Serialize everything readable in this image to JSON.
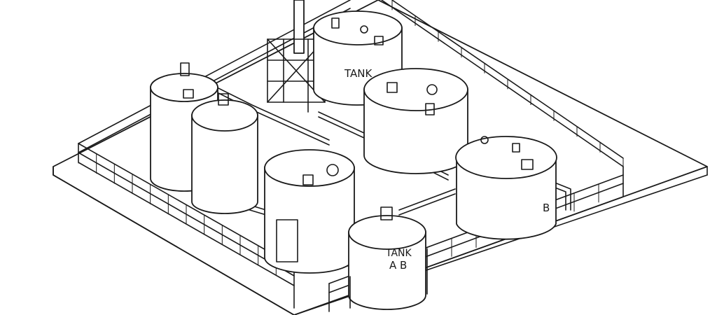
{
  "labels": {
    "tank_top": "TANK",
    "tank_front": "TANK",
    "tank_front_sub": "A B",
    "tank_right": "B"
  },
  "colors": {
    "line": "#1a1a1a",
    "background": "#ffffff"
  }
}
